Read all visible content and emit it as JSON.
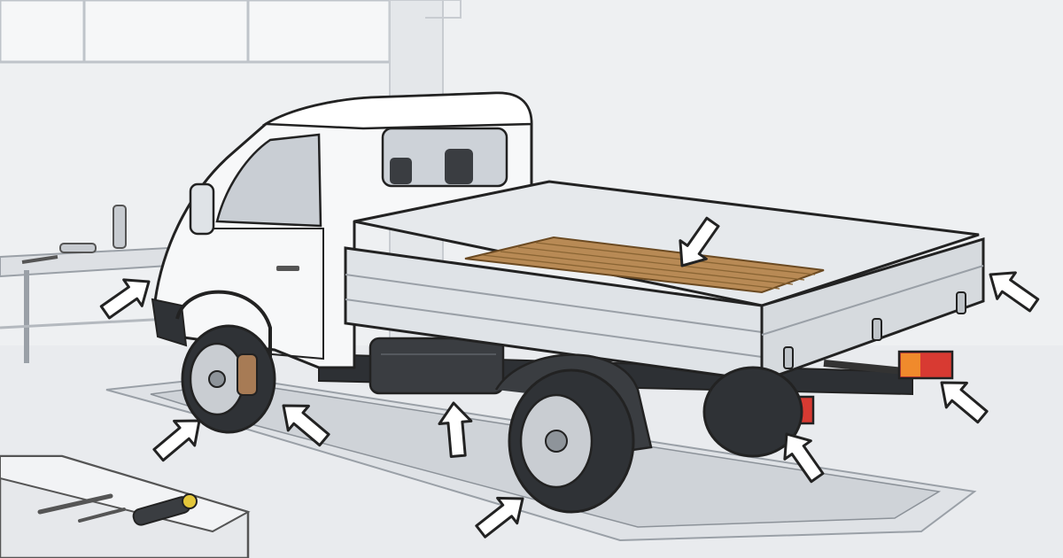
{
  "scene": {
    "subject": "flatbed-truck-inspection-illustration",
    "colors": {
      "wall": "#eef0f2",
      "floor": "#e9ebee",
      "cab": "#f7f8f9",
      "bed_side": "#dfe3e7",
      "bed_floor": "#b88a55",
      "tire": "#2f3236",
      "rim": "#c9cdd2",
      "tank": "#3a3d41",
      "lamp_red": "#d83a32",
      "lamp_amber": "#f08a2c",
      "arrow_fill": "#ffffff",
      "outline": "#222222"
    },
    "callouts": [
      {
        "name": "cab-front-corner",
        "icon": "arrow-icon"
      },
      {
        "name": "front-wheel",
        "icon": "arrow-icon"
      },
      {
        "name": "front-underbody",
        "icon": "arrow-icon"
      },
      {
        "name": "fuel-tank",
        "icon": "arrow-icon"
      },
      {
        "name": "rear-wheel",
        "icon": "arrow-icon"
      },
      {
        "name": "cargo-bed-floor",
        "icon": "arrow-icon"
      },
      {
        "name": "tailgate-latch",
        "icon": "arrow-icon"
      },
      {
        "name": "rear-light-right",
        "icon": "arrow-icon"
      },
      {
        "name": "rear-light-left",
        "icon": "arrow-icon"
      }
    ]
  }
}
